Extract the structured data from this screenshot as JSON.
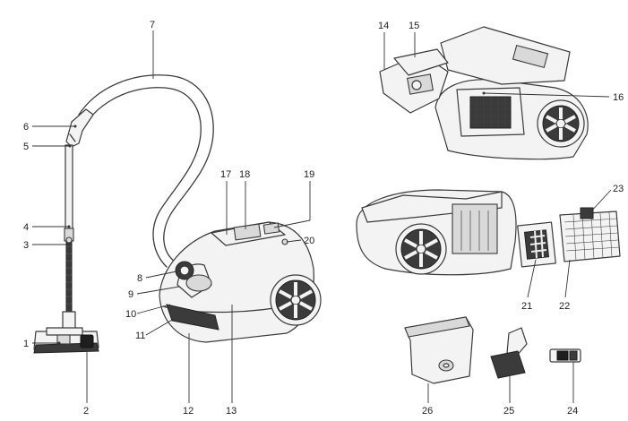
{
  "diagram": {
    "part_numbers": [
      "1",
      "2",
      "3",
      "4",
      "5",
      "6",
      "7",
      "8",
      "9",
      "10",
      "11",
      "12",
      "13",
      "14",
      "15",
      "16",
      "17",
      "18",
      "19",
      "20",
      "21",
      "22",
      "23",
      "24",
      "25",
      "26"
    ]
  }
}
